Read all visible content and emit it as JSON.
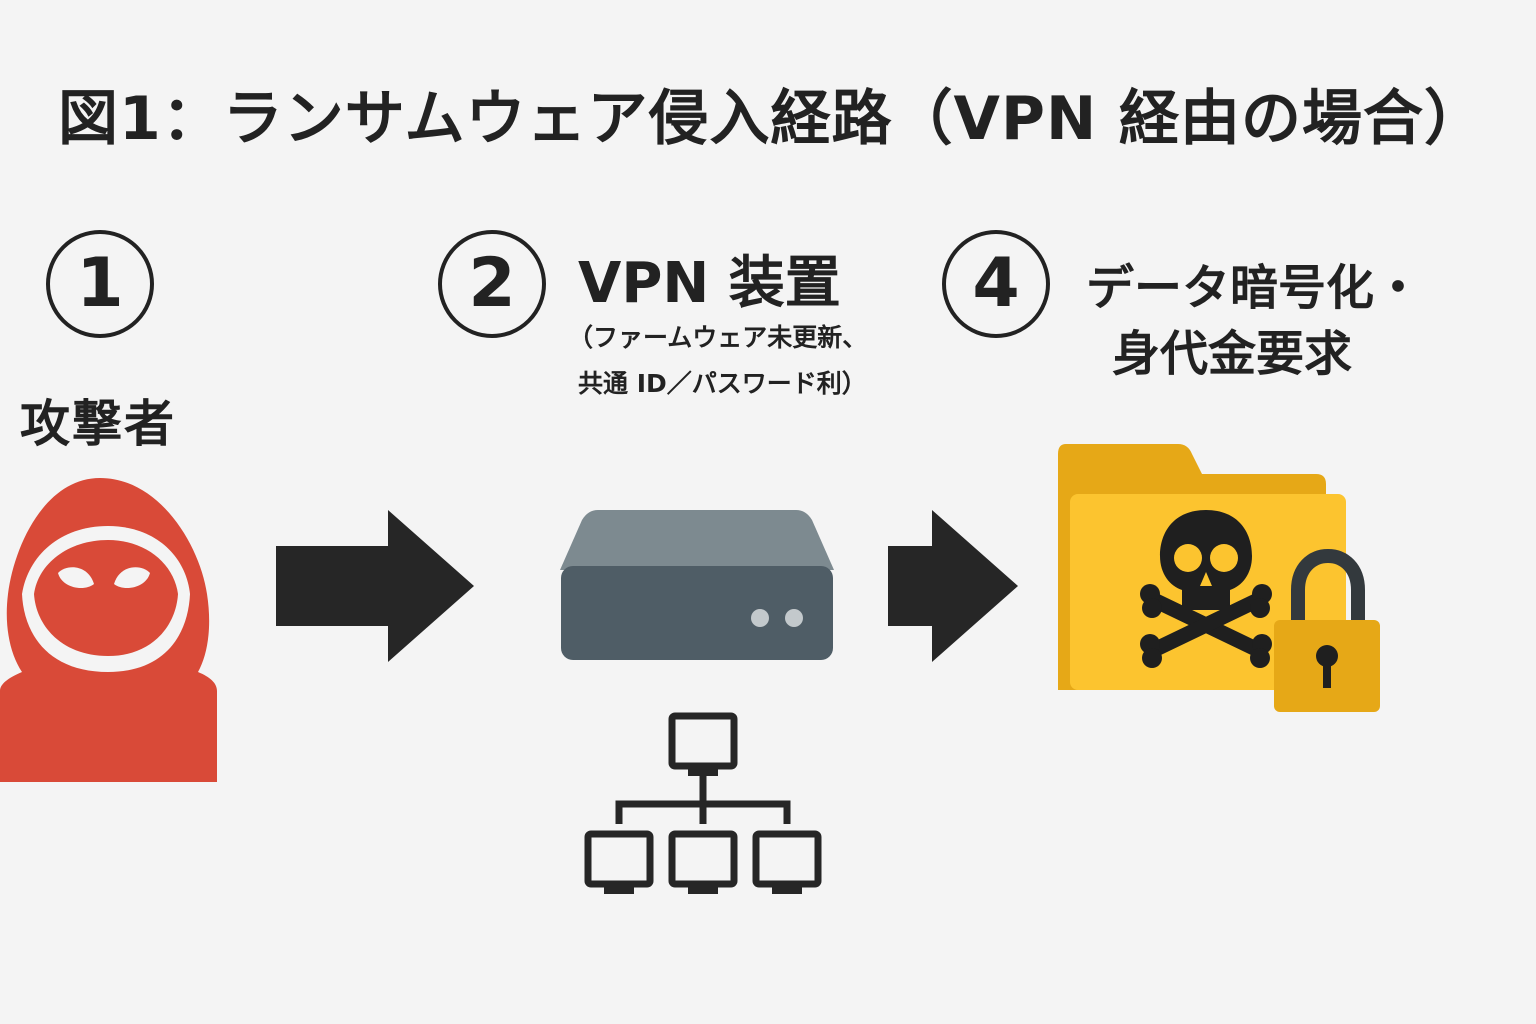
{
  "title": "図1：ランサムウェア侵入経路（VPN 経由の場合）",
  "steps": [
    {
      "number": "1",
      "label": "攻撃者"
    },
    {
      "number": "2",
      "label": "VPN 装置",
      "note_line1": "（ファームウェア未更新、",
      "note_line2": "共通 ID／パスワード利）"
    },
    {
      "number": "4",
      "label_line1": "データ暗号化・",
      "label_line2": "身代金要求"
    }
  ],
  "colors": {
    "attacker": "#d94a38",
    "device_top": "#7d8a90",
    "device_body": "#4f5d66",
    "folder_back": "#e6a817",
    "folder_front": "#fcc42f",
    "lock": "#e6a817",
    "arrow": "#262626"
  },
  "icons": [
    "hooded-attacker-icon",
    "arrow-right-icon",
    "vpn-device-icon",
    "network-tree-icon",
    "encrypted-folder-icon",
    "skull-crossbones-icon",
    "padlock-icon"
  ]
}
